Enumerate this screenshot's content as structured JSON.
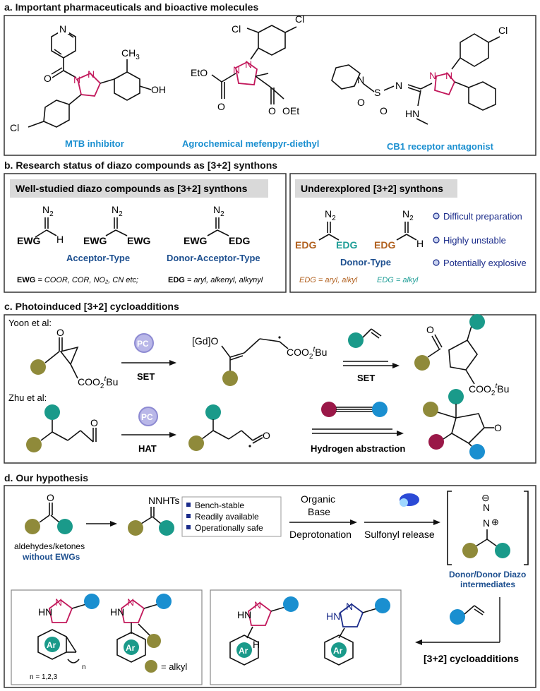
{
  "colors": {
    "olive": "#8f8a3a",
    "teal": "#1a9a8a",
    "blue": "#1a8fd0",
    "maroon": "#9a1848",
    "navy": "#1d4f8f",
    "pink": "#c2185b",
    "brown": "#b1601e",
    "dark_blue": "#1b2c8a"
  },
  "section_a": {
    "title": "a. Important pharmaceuticals and bioactive molecules",
    "mol1_caption": "MTB inhibitor",
    "mol2_caption": "Agrochemical mefenpyr-diethyl",
    "mol3_caption": "CB1 receptor antagonist",
    "atoms": {
      "N": "N",
      "O": "O",
      "Cl": "Cl",
      "CH3": "CH",
      "CH3_sub": "3",
      "OH": "OH",
      "EtO": "EtO",
      "OEt": "OEt",
      "NN": "N–N",
      "S": "S",
      "HN": "HN",
      "N_eq": "N"
    }
  },
  "section_b": {
    "title": "b. Research status of diazo compounds as [3+2] synthons",
    "left_header": "Well-studied diazo compounds as [3+2] synthons",
    "right_header": "Underexplored [3+2] synthons",
    "acceptor_label": "Acceptor-Type",
    "donor_acceptor_label": "Donor-Acceptor-Type",
    "donor_label": "Donor-Type",
    "n2": "N",
    "n2_sub": "2",
    "ewg": "EWG",
    "edg": "EDG",
    "h": "H",
    "ewg_def_key": "EWG",
    "ewg_def": " = COOR, COR, NO₂, CN etc;",
    "edg_def_key": "EDG",
    "edg_def": " = aryl, alkenyl, alkynyl",
    "edg_aryl_alkyl": "EDG = aryl, alkyl",
    "edg_alkyl": "EDG = alkyl",
    "bullets": [
      "Difficult preparation",
      "Highly unstable",
      "Potentially explosive"
    ]
  },
  "section_c": {
    "title": "c. Photoinduced [3+2] cycloadditions",
    "yoon": "Yoon et al:",
    "zhu": "Zhu et al:",
    "pc": "PC",
    "set": "SET",
    "hat": "HAT",
    "hydrogen_abstraction": "Hydrogen abstraction",
    "gd_o": "[Gd]O",
    "coo": "COO",
    "coo_sub": "2",
    "tbu": "t",
    "bu": "Bu",
    "o": "O"
  },
  "section_d": {
    "title": "d. Our hypothesis",
    "aldehydes": "aldehydes/ketones",
    "without_ewgs": "without EWGs",
    "nnhts": "NNHTs",
    "features": [
      "Bench-stable",
      "Readily available",
      "Operationally safe"
    ],
    "organic": "Organic",
    "base": "Base",
    "deprotonation": "Deprotonation",
    "sulfonyl_release": "Sulfonyl release",
    "intermediate_1": "Donor/Donor Diazo",
    "intermediate_2": "intermediates",
    "cycloadditions": "[3+2] cycloadditions",
    "ar": "Ar",
    "alkyl_eq": "= alkyl",
    "n_range": "n = 1,2,3",
    "n_sub": "n",
    "nh": "HN",
    "n": "N",
    "h": "H",
    "minus": "⊖",
    "plus": "⊕"
  }
}
